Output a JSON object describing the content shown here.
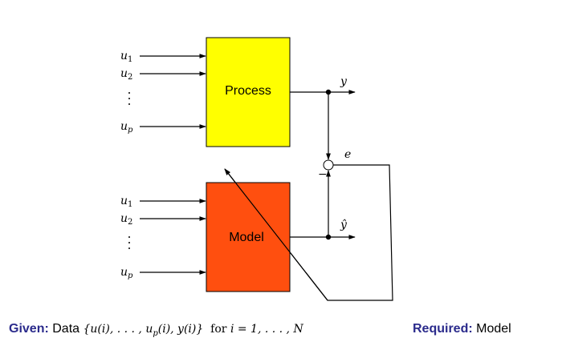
{
  "process": {
    "label": "Process",
    "fill": "#ffff00",
    "inputs": [
      {
        "base": "u",
        "sub": "1"
      },
      {
        "base": "u",
        "sub": "2"
      },
      {
        "base": "u",
        "sub": "p"
      }
    ],
    "output_label": "y"
  },
  "model": {
    "label": "Model",
    "fill": "#ff4f0f",
    "inputs": [
      {
        "base": "u",
        "sub": "1"
      },
      {
        "base": "u",
        "sub": "2"
      },
      {
        "base": "u",
        "sub": "p"
      }
    ],
    "output_label": "ŷ"
  },
  "comparator": {
    "error_label": "e",
    "minus_sign": "−"
  },
  "footer": {
    "given_label": "Given:",
    "given_text": "Data",
    "given_math": "{u(i), . . . , u",
    "given_math_sub": "p",
    "given_math_tail": "(i), y(i)}",
    "for_text": "for",
    "range_math": "i = 1, . . . , N",
    "required_label": "Required:",
    "required_text": "Model"
  },
  "colors": {
    "keyword": "#2b2b8c",
    "line": "#000000"
  }
}
